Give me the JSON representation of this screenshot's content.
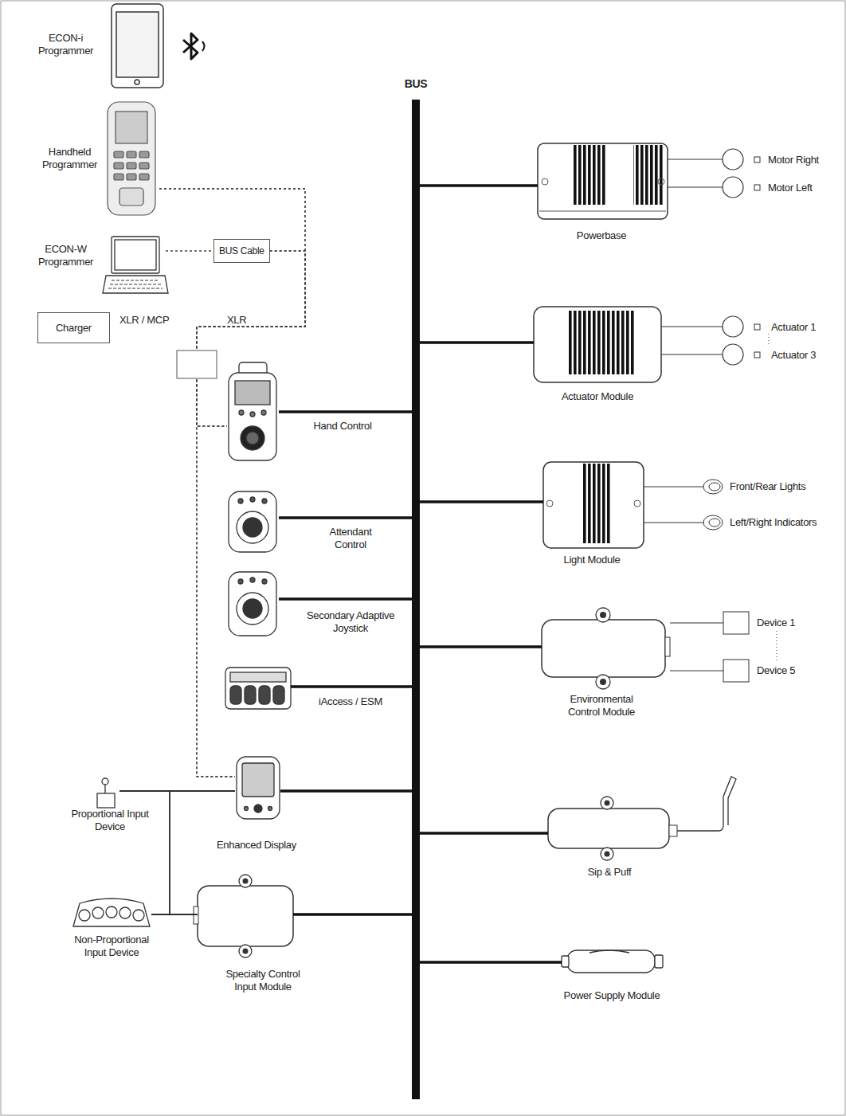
{
  "diagram": {
    "nodes": [
      {
        "text": [
          "ECON-i Programmer"
        ]
      },
      {
        "text": [
          "Handheld Programmer"
        ]
      },
      {
        "text": [
          "ECON-W Programmer"
        ]
      },
      {
        "text": [
          "BUS Cable"
        ]
      },
      {
        "text": [
          "Charger"
        ]
      },
      {
        "text": [
          "BUS"
        ]
      },
      {
        "text": [
          "Powerbase"
        ]
      },
      {
        "text": [
          "Actuator Module"
        ]
      },
      {
        "text": [
          "Hand Control"
        ]
      },
      {
        "text": [
          "Light Module"
        ]
      },
      {
        "text": [
          "Attendant Control"
        ]
      },
      {
        "text": [
          "Secondary Adaptive Joystick"
        ]
      },
      {
        "text": [
          "Environmental Control Module"
        ]
      },
      {
        "text": [
          "iAccess / ESM"
        ]
      },
      {
        "text": [
          "Proportional Input Device"
        ]
      },
      {
        "text": [
          "Enhanced Display"
        ]
      },
      {
        "text": [
          "Sip & Puff"
        ]
      },
      {
        "text": [
          "Non-Proportional Input Device"
        ]
      },
      {
        "text": [
          "Specialty Control Input Module"
        ]
      },
      {
        "text": [
          "Power Supply Module"
        ]
      }
    ],
    "edges": [
      {
        "from": 2,
        "to": 3,
        "arrow": "none"
      },
      {
        "from": 1,
        "to": 8,
        "arrow": "none"
      },
      {
        "from": 1,
        "to": 15,
        "arrow": "none"
      },
      {
        "from": 3,
        "to": 8,
        "arrow": "none"
      },
      {
        "from": 3,
        "to": 15,
        "arrow": "none"
      },
      {
        "from": 8,
        "to": 5,
        "arrow": "none"
      },
      {
        "from": 10,
        "to": 5,
        "arrow": "none"
      },
      {
        "from": 11,
        "to": 5,
        "arrow": "none"
      },
      {
        "from": 13,
        "to": 5,
        "arrow": "none"
      },
      {
        "from": 15,
        "to": 5,
        "arrow": "none"
      },
      {
        "from": 18,
        "to": 5,
        "arrow": "none"
      },
      {
        "from": 6,
        "to": 5,
        "arrow": "none"
      },
      {
        "from": 7,
        "to": 5,
        "arrow": "none"
      },
      {
        "from": 9,
        "to": 5,
        "arrow": "none"
      },
      {
        "from": 12,
        "to": 5,
        "arrow": "none"
      },
      {
        "from": 16,
        "to": 5,
        "arrow": "none"
      },
      {
        "from": 19,
        "to": 5,
        "arrow": "none"
      },
      {
        "from": 14,
        "to": 15,
        "arrow": "none"
      },
      {
        "from": 14,
        "to": 18,
        "arrow": "none"
      },
      {
        "from": 17,
        "to": 18,
        "arrow": "none"
      },
      {
        "from": 17,
        "to": 15,
        "arrow": "none"
      }
    ],
    "labels": [
      "XLR / MCP",
      "XLR",
      "Motor Right",
      "Motor Left",
      "Actuator 1",
      "Actuator 3",
      "Front/Rear Lights",
      "Left/Right Indicators",
      "Device 1",
      "Device 5"
    ]
  }
}
